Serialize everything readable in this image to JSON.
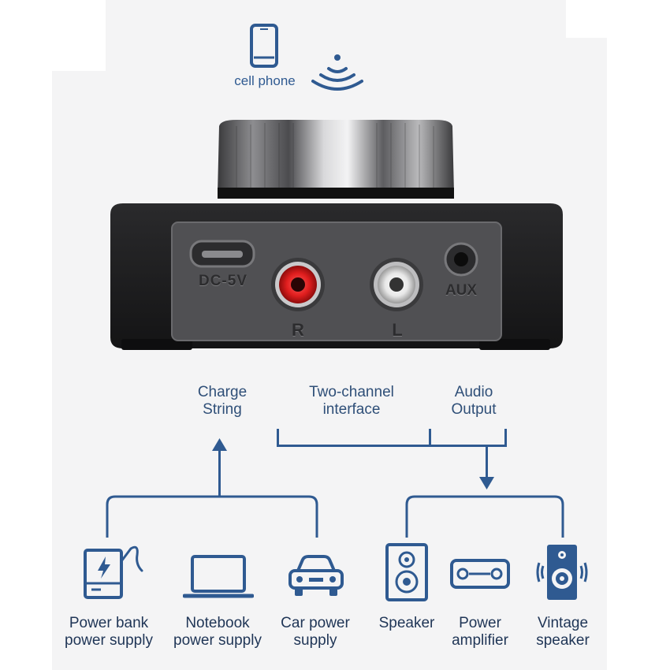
{
  "top": {
    "phone_label": "cell phone",
    "phone_icon": "smartphone-icon",
    "signal_icon": "wireless-signal-icon"
  },
  "device": {
    "port_dc": "DC-5V",
    "port_r": "R",
    "port_l": "L",
    "port_aux": "AUX"
  },
  "ports": {
    "charge": [
      "Charge",
      "String"
    ],
    "two_channel": [
      "Two-channel",
      "interface"
    ],
    "audio": [
      "Audio",
      "Output"
    ]
  },
  "power_sources": [
    {
      "icon": "power-bank-icon",
      "line1": "Power bank",
      "line2": "power supply"
    },
    {
      "icon": "laptop-icon",
      "line1": "Notebook",
      "line2": "power supply"
    },
    {
      "icon": "car-icon",
      "line1": "Car power",
      "line2": "supply"
    }
  ],
  "outputs": [
    {
      "icon": "speaker-icon",
      "line1": "Speaker",
      "line2": ""
    },
    {
      "icon": "amplifier-icon",
      "line1": "Power",
      "line2": "amplifier"
    },
    {
      "icon": "vintage-speaker-icon",
      "line1": "Vintage",
      "line2": "speaker"
    }
  ],
  "colors": {
    "accent_blue": "#2f5a91",
    "device_body": "#1c1c1e",
    "rca_red": "#e01e1e",
    "rca_white": "#e8e8e8"
  }
}
